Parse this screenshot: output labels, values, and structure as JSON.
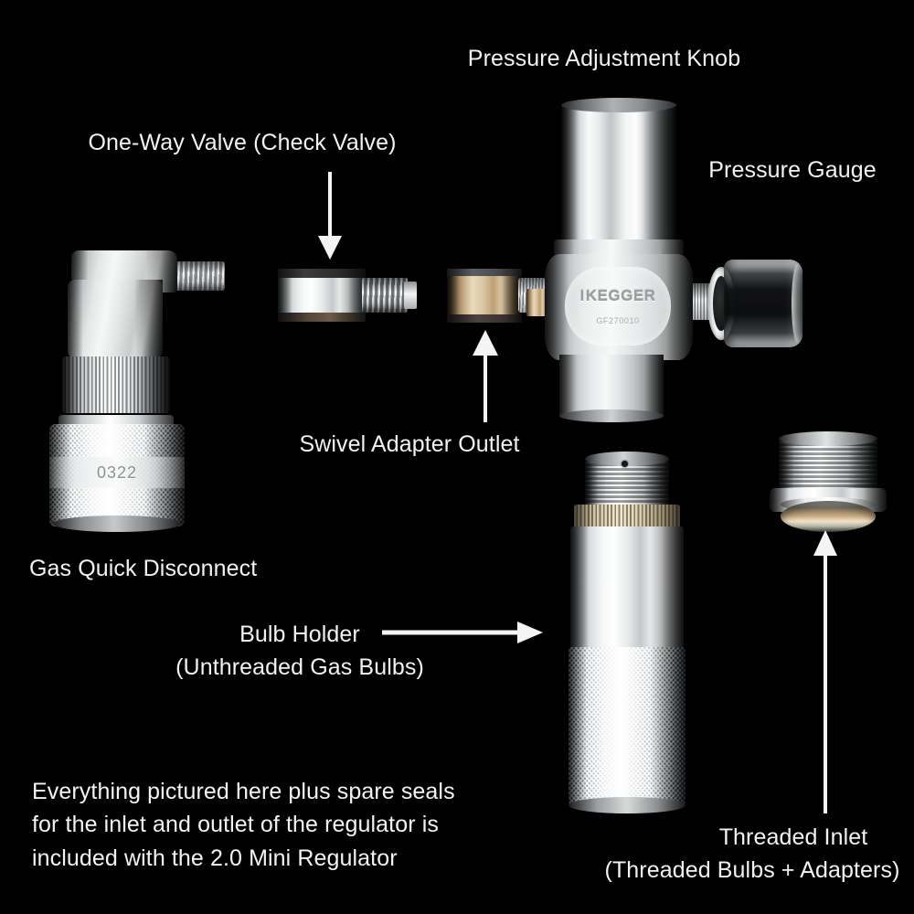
{
  "background_color": "#000000",
  "text_color": "#f2f2f2",
  "labels": {
    "pressure_adjustment_knob": "Pressure Adjustment Knob",
    "one_way_valve": "One-Way Valve (Check Valve)",
    "pressure_gauge": "Pressure Gauge",
    "swivel_adapter_outlet": "Swivel Adapter Outlet",
    "gas_quick_disconnect": "Gas Quick Disconnect",
    "bulb_holder_line1": "Bulb Holder",
    "bulb_holder_line2": "(Unthreaded Gas Bulbs)",
    "threaded_inlet_line1": "Threaded Inlet",
    "threaded_inlet_line2": "(Threaded Bulbs + Adapters)"
  },
  "note": {
    "text": "Everything pictured here plus spare seals\nfor the inlet and outlet of the regulator is\nincluded with the 2.0 Mini Regulator"
  },
  "markings": {
    "regulator_brand": "KEGGER",
    "regulator_brand_prefix": "I",
    "regulator_model": "GF270010",
    "quick_disconnect_code": "0322"
  },
  "arrows": [
    {
      "name": "arrow-to-check-valve",
      "direction": "down"
    },
    {
      "name": "arrow-to-swivel-adapter",
      "direction": "up"
    },
    {
      "name": "arrow-to-bulb-holder",
      "direction": "right"
    },
    {
      "name": "arrow-to-threaded-inlet",
      "direction": "up"
    }
  ],
  "parts": [
    {
      "name": "pressure-adjustment-knob"
    },
    {
      "name": "pressure-gauge"
    },
    {
      "name": "regulator-body"
    },
    {
      "name": "one-way-check-valve"
    },
    {
      "name": "swivel-adapter-outlet"
    },
    {
      "name": "gas-quick-disconnect"
    },
    {
      "name": "bulb-holder"
    },
    {
      "name": "threaded-inlet"
    }
  ]
}
